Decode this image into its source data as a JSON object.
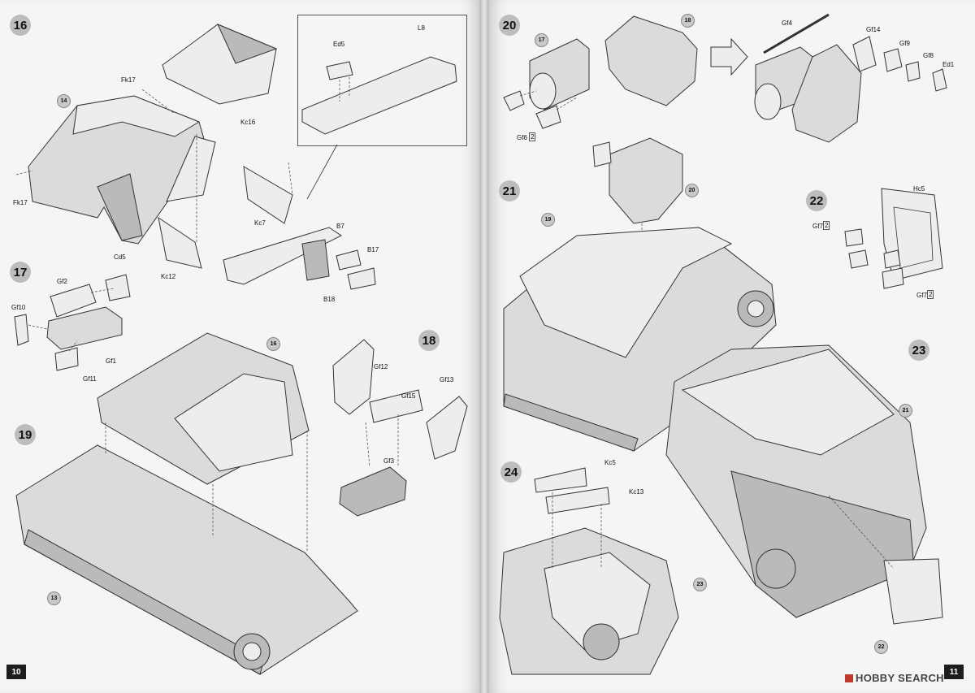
{
  "pages": {
    "left_number": "10",
    "right_number": "11"
  },
  "steps": {
    "s16": {
      "number": "16",
      "parts": [
        "Fk17",
        "14",
        "Kc16",
        "Fk17",
        "Kc12",
        "Kc7",
        "B7",
        "B17",
        "B18"
      ],
      "inset_parts": [
        "Ed5",
        "L8"
      ]
    },
    "s17": {
      "number": "17",
      "parts": [
        "Cd5",
        "Gf2",
        "Gf10",
        "Gf1",
        "Gf11"
      ]
    },
    "s18": {
      "number": "18",
      "parts": [
        "Gf12",
        "Gf13",
        "Gf15",
        "Gf3"
      ]
    },
    "s19": {
      "number": "19",
      "parts": [
        "16",
        "13"
      ]
    },
    "s20": {
      "number": "20",
      "parts": [
        "17",
        "18",
        "Gf6",
        "Gf4",
        "Gf14",
        "Gf9",
        "Gf8",
        "Ed1"
      ],
      "count": "2"
    },
    "s21": {
      "number": "21",
      "parts": [
        "19",
        "20"
      ]
    },
    "s22": {
      "number": "22",
      "parts": [
        "Hc5",
        "Gf7",
        "Gf7"
      ],
      "count": "2"
    },
    "s23": {
      "number": "23",
      "parts": [
        "21",
        "22"
      ]
    },
    "s24": {
      "number": "24",
      "parts": [
        "Kc5",
        "Kc13",
        "23"
      ]
    }
  },
  "watermark": {
    "text": "HOBBY SEARCH"
  },
  "colors": {
    "paper": "#f4f5f6",
    "badge": "#bcbdbf",
    "line": "#333333"
  }
}
